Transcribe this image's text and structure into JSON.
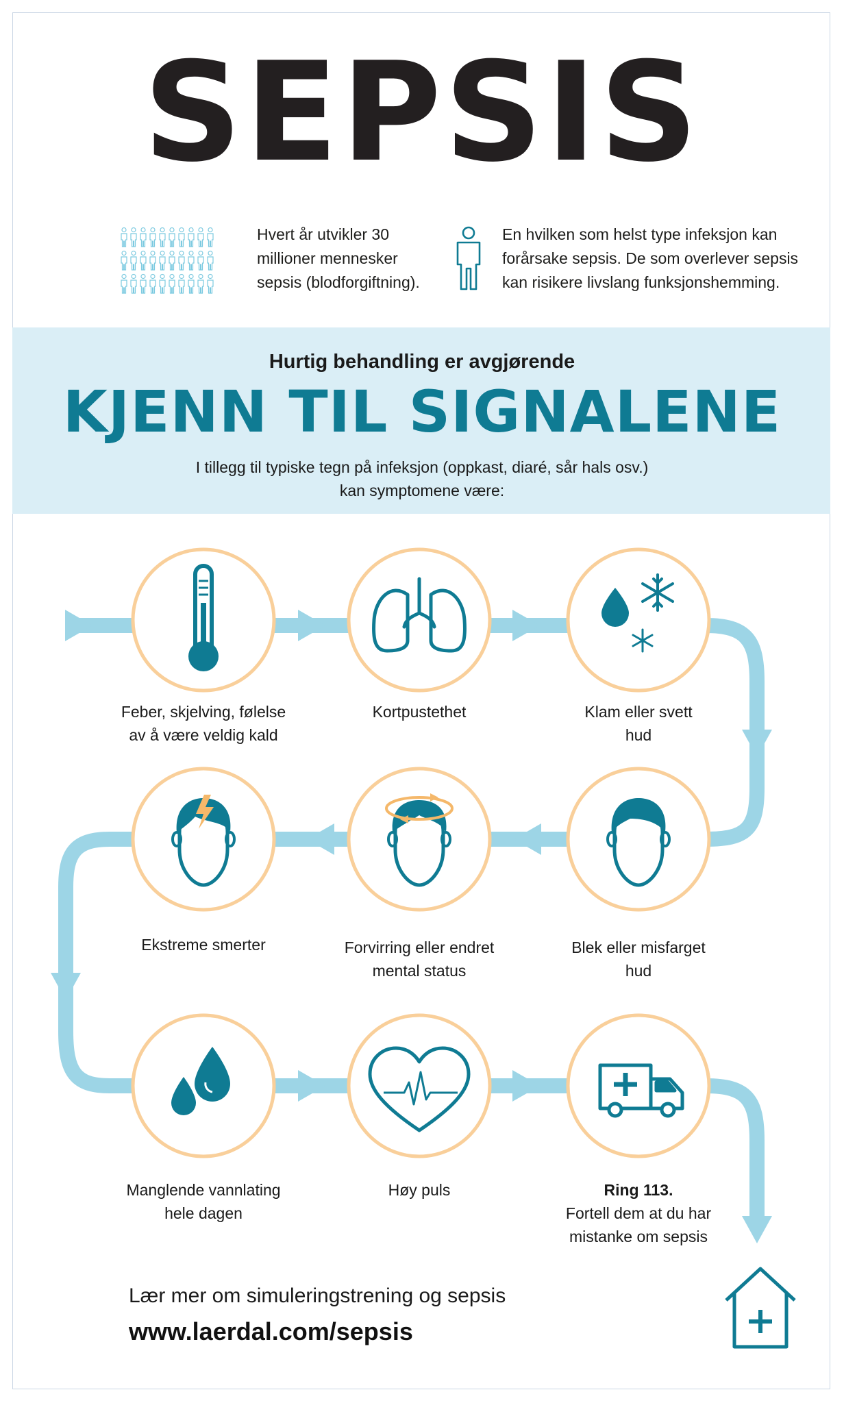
{
  "title": "SEPSIS",
  "stat_left": {
    "line1": "Hvert år utvikler 30",
    "line2": "millioner mennesker",
    "line3": "sepsis (blodforgiftning)."
  },
  "stat_right": {
    "line1": "En hvilken som helst type infeksjon kan",
    "line2": "forårsake sepsis. De som overlever sepsis",
    "line3": "kan risikere livslang funksjonshemming."
  },
  "banner": {
    "tagline": "Hurtig behandling er avgjørende",
    "headline": "KJENN TIL SIGNALENE",
    "sub_line1": "I tillegg til typiske tegn på infeksjon (oppkast, diaré, sår hals osv.)",
    "sub_line2": "kan symptomene være:"
  },
  "symptoms": [
    {
      "icon": "thermometer-icon",
      "line1": "Feber, skjelving, følelse",
      "line2": "av å være veldig kald"
    },
    {
      "icon": "lungs-icon",
      "line1": "Kortpustethet",
      "line2": ""
    },
    {
      "icon": "drop-snowflake-icon",
      "line1": "Klam eller svett",
      "line2": "hud"
    },
    {
      "icon": "head-lightning-icon",
      "line1": "Ekstreme smerter",
      "line2": ""
    },
    {
      "icon": "head-dizzy-icon",
      "line1": "Forvirring eller endret",
      "line2": "mental status"
    },
    {
      "icon": "head-icon",
      "line1": "Blek eller misfarget",
      "line2": "hud"
    },
    {
      "icon": "water-drops-icon",
      "line1": "Manglende vannlating",
      "line2": "hele dagen"
    },
    {
      "icon": "heart-pulse-icon",
      "line1": "Høy puls",
      "line2": ""
    },
    {
      "icon": "ambulance-icon",
      "bold": "Ring 113.",
      "line1": "Fortell dem at du har",
      "line2": "mistanke om sepsis"
    }
  ],
  "footer": {
    "text": "Lær mer om simuleringstrening og sepsis",
    "url": "www.laerdal.com/sepsis"
  },
  "colors": {
    "teal": "#0f7b93",
    "light_blue": "#9dd5e6",
    "banner_bg": "#daeef6",
    "ring": "#f9cf9a",
    "lightning": "#f5b86a"
  }
}
